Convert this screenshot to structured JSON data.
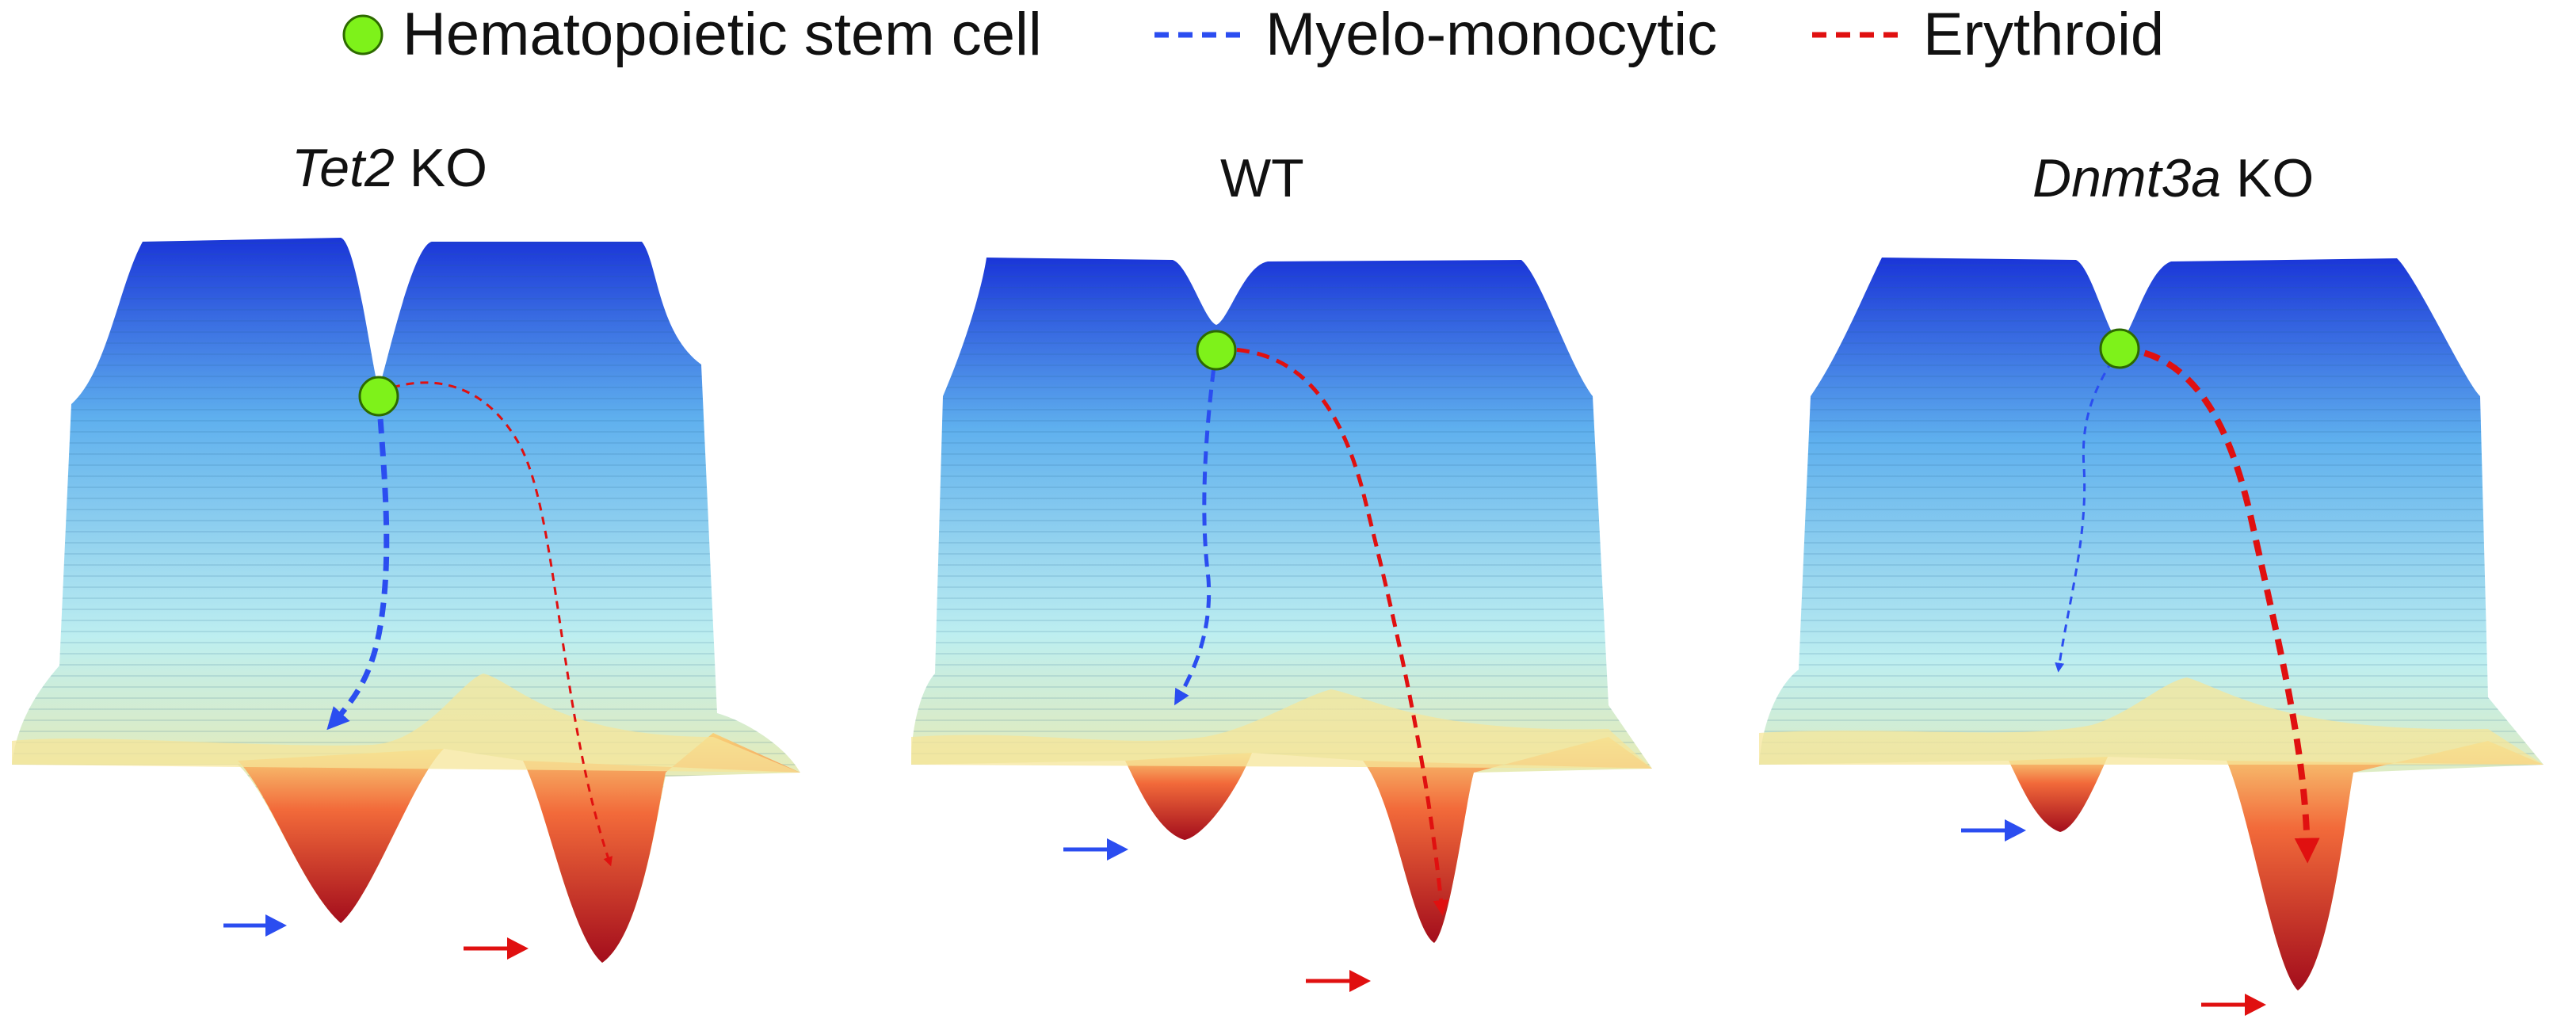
{
  "legend": {
    "items": [
      {
        "label": "Hematopoietic stem cell",
        "symbol": "green-circle",
        "color": "#7ef21a"
      },
      {
        "label": "Myelo-monocytic",
        "symbol": "blue-dashed-line",
        "color": "#2b4df0"
      },
      {
        "label": "Erythroid",
        "symbol": "red-dashed-line",
        "color": "#e01010"
      }
    ]
  },
  "panels": [
    {
      "title_italic": "Tet2",
      "title_rest": " KO"
    },
    {
      "title_italic": "",
      "title_rest": "WT"
    },
    {
      "title_italic": "Dnmt3a",
      "title_rest": " KO"
    }
  ],
  "colors": {
    "top": "#1a35d8",
    "upper": "#5fb0ee",
    "middle": "#bdeef0",
    "lower": "#f7eaa0",
    "shelf": "#f3e08a",
    "well": "#f26a3a",
    "well_bottom": "#a30d1c",
    "stem_cell": "#7ef21a",
    "myelo": "#2b4df0",
    "erythroid": "#e01010"
  }
}
